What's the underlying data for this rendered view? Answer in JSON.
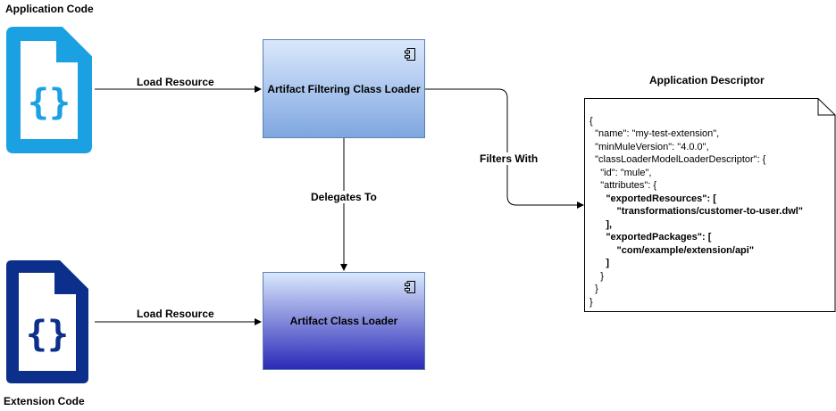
{
  "titles": {
    "application_code": "Application Code",
    "extension_code": "Extension Code",
    "application_descriptor": "Application Descriptor"
  },
  "boxes": {
    "filtering": "Artifact Filtering Class Loader",
    "artifact": "Artifact Class Loader"
  },
  "edges": {
    "load_resource_top": "Load Resource",
    "load_resource_bottom": "Load Resource",
    "delegates_to": "Delegates To",
    "filters_with": "Filters With"
  },
  "icons": {
    "application_file": "code-file-icon",
    "extension_file": "code-file-icon",
    "component": "component-icon",
    "application_color": "#1ba1e2",
    "extension_color": "#0b2f8a"
  },
  "descriptor_lines": [
    "{",
    "  \"name\": \"my-test-extension\",",
    "  \"minMuleVersion\": \"4.0.0\",",
    "  \"classLoaderModelLoaderDescriptor\": {",
    "    \"id\": \"mule\",",
    "    \"attributes\": {",
    "      \"exportedResources\": [",
    "          \"transformations/customer-to-user.dwl\"",
    "      ],",
    "      \"exportedPackages\": [",
    "          \"com/example/extension/api\"",
    "      ]",
    "    }",
    "  }",
    "}"
  ]
}
